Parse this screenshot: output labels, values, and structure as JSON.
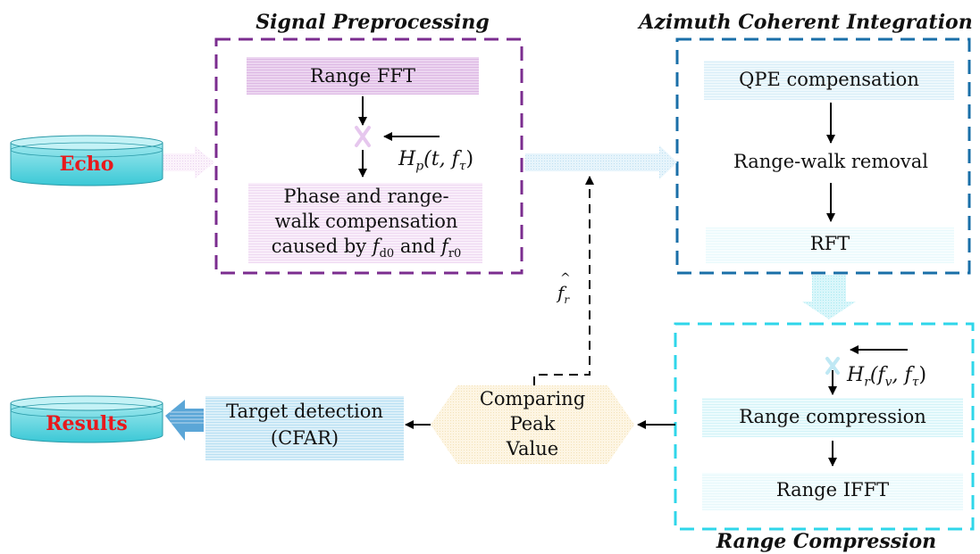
{
  "sections": {
    "signal_preprocessing": "Signal Preprocessing",
    "azimuth_integration": "Azimuth Coherent Integration",
    "range_compression": "Range Compression"
  },
  "nodes": {
    "echo": "Echo",
    "results": "Results",
    "range_fft": "Range FFT",
    "phase_comp_line1": "Phase and range-",
    "phase_comp_line2": "walk compensation",
    "phase_comp_line3_prefix": "caused by ",
    "phase_comp_f": "f",
    "phase_comp_d0": "d0",
    "phase_comp_and": " and ",
    "phase_comp_r0": "r0",
    "qpe": "QPE compensation",
    "range_walk": "Range-walk removal",
    "rft": "RFT",
    "range_compression": "Range compression",
    "range_ifft": "Range IFFT",
    "comparing_line1": "Comparing",
    "comparing_line2": "Peak",
    "comparing_line3": "Value",
    "target_line1": "Target detection",
    "target_line2": "(CFAR)"
  },
  "math": {
    "hp_H": "H",
    "hp_sub": "p",
    "hp_args": "(t, f",
    "hp_tau": "τ",
    "hp_close": ")",
    "hr_H": "H",
    "hr_sub": "r",
    "hr_args1": "(f",
    "hr_v": "v",
    "hr_args2": ", f",
    "hr_tau": "τ",
    "hr_close": ")",
    "fr_hat": "f",
    "fr_sub": "r"
  },
  "colors": {
    "signal_border": "#7b2d8f",
    "azimuth_border": "#1a6fa8",
    "range_border": "#2fd6ea",
    "accent_red": "#e8191c"
  }
}
